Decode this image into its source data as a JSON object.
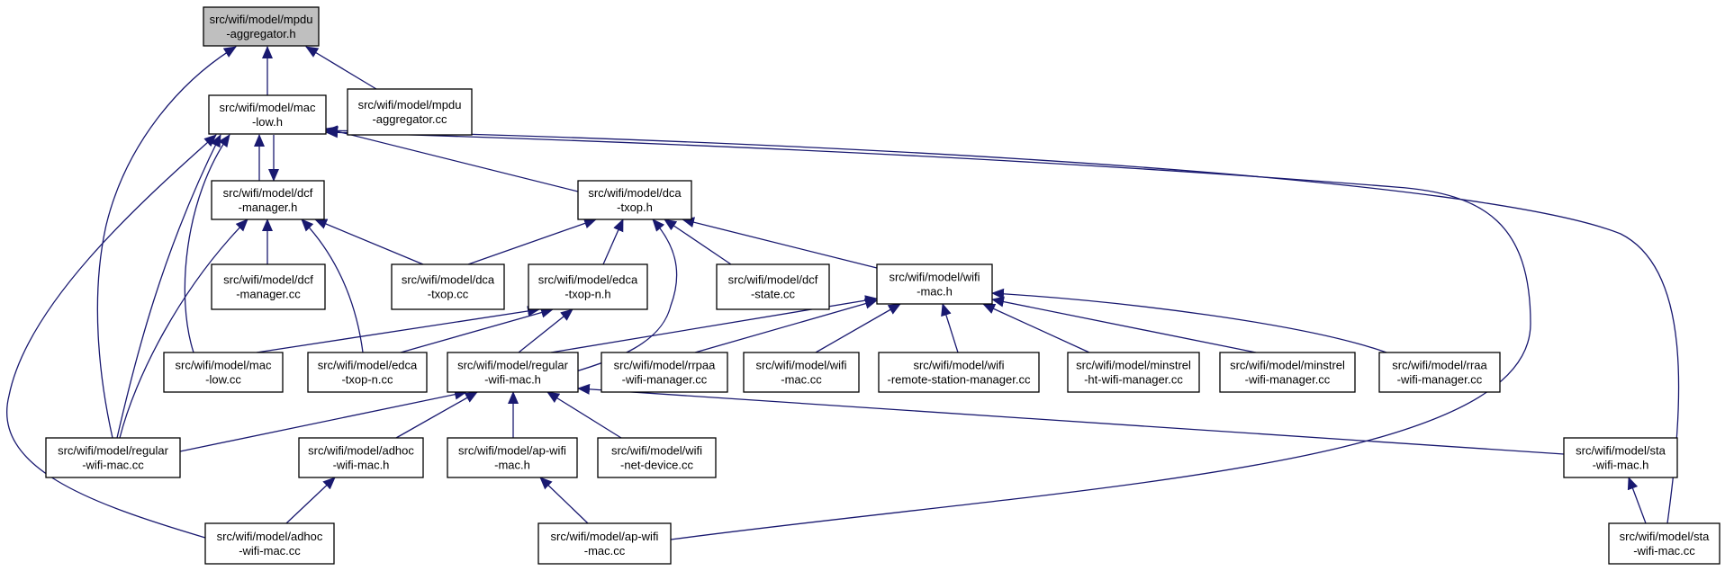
{
  "colors": {
    "edge": "#191970",
    "node_border": "#000000",
    "node_fill": "#ffffff",
    "root_fill": "#bfbfbf"
  },
  "nodes": [
    {
      "id": "mpdu_agg_h",
      "lines": [
        "src/wifi/model/mpdu",
        "-aggregator.h"
      ],
      "highlight": true
    },
    {
      "id": "mac_low_h",
      "lines": [
        "src/wifi/model/mac",
        "-low.h"
      ]
    },
    {
      "id": "mpdu_agg_cc",
      "lines": [
        "src/wifi/model/mpdu",
        "-aggregator.cc"
      ]
    },
    {
      "id": "dcf_manager_h",
      "lines": [
        "src/wifi/model/dcf",
        "-manager.h"
      ]
    },
    {
      "id": "dca_txop_h",
      "lines": [
        "src/wifi/model/dca",
        "-txop.h"
      ]
    },
    {
      "id": "dcf_manager_cc",
      "lines": [
        "src/wifi/model/dcf",
        "-manager.cc"
      ]
    },
    {
      "id": "dca_txop_cc",
      "lines": [
        "src/wifi/model/dca",
        "-txop.cc"
      ]
    },
    {
      "id": "edca_txop_n_h",
      "lines": [
        "src/wifi/model/edca",
        "-txop-n.h"
      ]
    },
    {
      "id": "dcf_state_cc",
      "lines": [
        "src/wifi/model/dcf",
        "-state.cc"
      ]
    },
    {
      "id": "wifi_mac_h",
      "lines": [
        "src/wifi/model/wifi",
        "-mac.h"
      ]
    },
    {
      "id": "mac_low_cc",
      "lines": [
        "src/wifi/model/mac",
        "-low.cc"
      ]
    },
    {
      "id": "edca_txop_n_cc",
      "lines": [
        "src/wifi/model/edca",
        "-txop-n.cc"
      ]
    },
    {
      "id": "regular_wifi_mac_h",
      "lines": [
        "src/wifi/model/regular",
        "-wifi-mac.h"
      ]
    },
    {
      "id": "rrpaa_cc",
      "lines": [
        "src/wifi/model/rrpaa",
        "-wifi-manager.cc"
      ]
    },
    {
      "id": "wifi_mac_cc",
      "lines": [
        "src/wifi/model/wifi",
        "-mac.cc"
      ]
    },
    {
      "id": "wifi_rsm_cc",
      "lines": [
        "src/wifi/model/wifi",
        "-remote-station-manager.cc"
      ]
    },
    {
      "id": "minstrel_ht_cc",
      "lines": [
        "src/wifi/model/minstrel",
        "-ht-wifi-manager.cc"
      ]
    },
    {
      "id": "minstrel_cc",
      "lines": [
        "src/wifi/model/minstrel",
        "-wifi-manager.cc"
      ]
    },
    {
      "id": "rraa_cc",
      "lines": [
        "src/wifi/model/rraa",
        "-wifi-manager.cc"
      ]
    },
    {
      "id": "regular_wifi_mac_cc",
      "lines": [
        "src/wifi/model/regular",
        "-wifi-mac.cc"
      ]
    },
    {
      "id": "adhoc_wifi_mac_h",
      "lines": [
        "src/wifi/model/adhoc",
        "-wifi-mac.h"
      ]
    },
    {
      "id": "ap_wifi_mac_h",
      "lines": [
        "src/wifi/model/ap-wifi",
        "-mac.h"
      ]
    },
    {
      "id": "wifi_net_device_cc",
      "lines": [
        "src/wifi/model/wifi",
        "-net-device.cc"
      ]
    },
    {
      "id": "sta_wifi_mac_h",
      "lines": [
        "src/wifi/model/sta",
        "-wifi-mac.h"
      ]
    },
    {
      "id": "adhoc_wifi_mac_cc",
      "lines": [
        "src/wifi/model/adhoc",
        "-wifi-mac.cc"
      ]
    },
    {
      "id": "ap_wifi_mac_cc",
      "lines": [
        "src/wifi/model/ap-wifi",
        "-mac.cc"
      ]
    },
    {
      "id": "sta_wifi_mac_cc",
      "lines": [
        "src/wifi/model/sta",
        "-wifi-mac.cc"
      ]
    }
  ]
}
